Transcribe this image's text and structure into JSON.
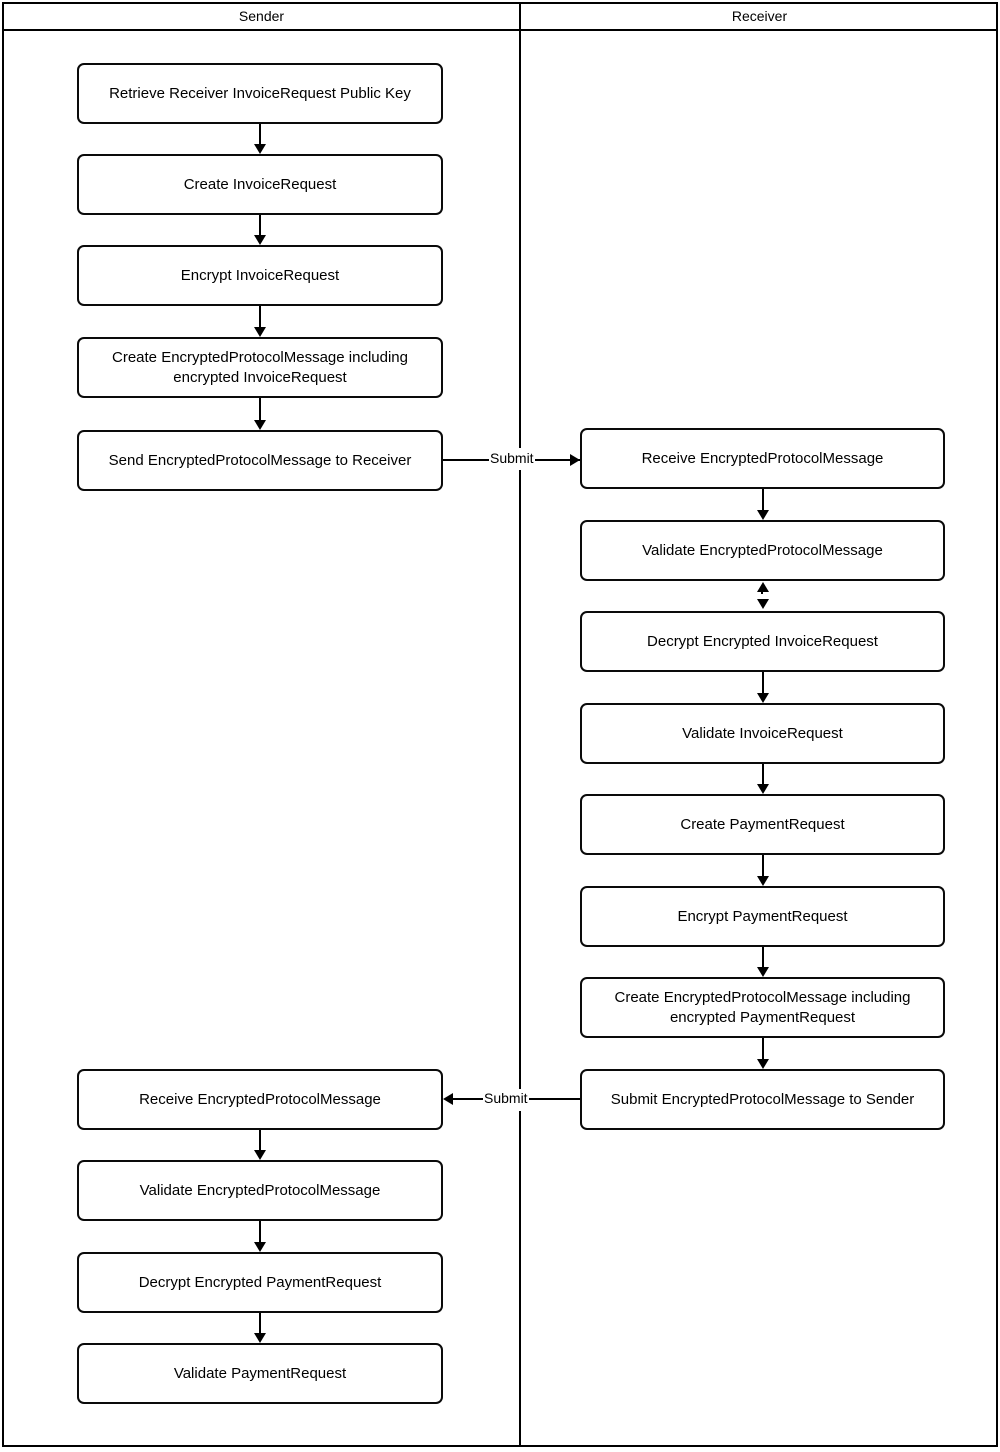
{
  "diagram": {
    "type": "swimlane-flowchart",
    "title": "",
    "lanes": [
      {
        "id": "sender",
        "label": "Sender"
      },
      {
        "id": "receiver",
        "label": "Receiver"
      }
    ]
  },
  "sender_nodes": [
    {
      "id": "s1",
      "label": "Retrieve Receiver InvoiceRequest Public Key"
    },
    {
      "id": "s2",
      "label": "Create InvoiceRequest"
    },
    {
      "id": "s3",
      "label": "Encrypt InvoiceRequest"
    },
    {
      "id": "s4",
      "label": "Create EncryptedProtocolMessage including encrypted InvoiceRequest"
    },
    {
      "id": "s5",
      "label": "Send EncryptedProtocolMessage to Receiver"
    },
    {
      "id": "s6",
      "label": "Receive EncryptedProtocolMessage"
    },
    {
      "id": "s7",
      "label": "Validate EncryptedProtocolMessage"
    },
    {
      "id": "s8",
      "label": "Decrypt Encrypted PaymentRequest"
    },
    {
      "id": "s9",
      "label": "Validate PaymentRequest"
    }
  ],
  "receiver_nodes": [
    {
      "id": "r1",
      "label": "Receive EncryptedProtocolMessage"
    },
    {
      "id": "r2",
      "label": "Validate EncryptedProtocolMessage"
    },
    {
      "id": "r3",
      "label": "Decrypt Encrypted InvoiceRequest"
    },
    {
      "id": "r4",
      "label": "Validate InvoiceRequest"
    },
    {
      "id": "r5",
      "label": "Create PaymentRequest"
    },
    {
      "id": "r6",
      "label": "Encrypt PaymentRequest"
    },
    {
      "id": "r7",
      "label": "Create EncryptedProtocolMessage including encrypted PaymentRequest"
    },
    {
      "id": "r8",
      "label": "Submit EncryptedProtocolMessage to Sender"
    }
  ],
  "edges": [
    {
      "from": "s1",
      "to": "s2",
      "label": "",
      "direction": "down"
    },
    {
      "from": "s2",
      "to": "s3",
      "label": "",
      "direction": "down"
    },
    {
      "from": "s3",
      "to": "s4",
      "label": "",
      "direction": "down"
    },
    {
      "from": "s4",
      "to": "s5",
      "label": "",
      "direction": "down"
    },
    {
      "from": "s5",
      "to": "r1",
      "label": "Submit",
      "direction": "right"
    },
    {
      "from": "r1",
      "to": "r2",
      "label": "",
      "direction": "down"
    },
    {
      "from": "r2",
      "to": "r3",
      "label": "",
      "direction": "both"
    },
    {
      "from": "r3",
      "to": "r4",
      "label": "",
      "direction": "down"
    },
    {
      "from": "r4",
      "to": "r5",
      "label": "",
      "direction": "down"
    },
    {
      "from": "r5",
      "to": "r6",
      "label": "",
      "direction": "down"
    },
    {
      "from": "r6",
      "to": "r7",
      "label": "",
      "direction": "down"
    },
    {
      "from": "r7",
      "to": "r8",
      "label": "",
      "direction": "down"
    },
    {
      "from": "r8",
      "to": "s6",
      "label": "Submit",
      "direction": "left"
    },
    {
      "from": "s6",
      "to": "s7",
      "label": "",
      "direction": "down"
    },
    {
      "from": "s7",
      "to": "s8",
      "label": "",
      "direction": "down"
    },
    {
      "from": "s8",
      "to": "s9",
      "label": "",
      "direction": "down"
    }
  ],
  "edge_labels": {
    "submit_top": "Submit",
    "submit_bottom": "Submit"
  },
  "colors": {
    "stroke": "#000000",
    "node_fill": "#ffffff",
    "background": "#ffffff",
    "text": "#000000"
  }
}
